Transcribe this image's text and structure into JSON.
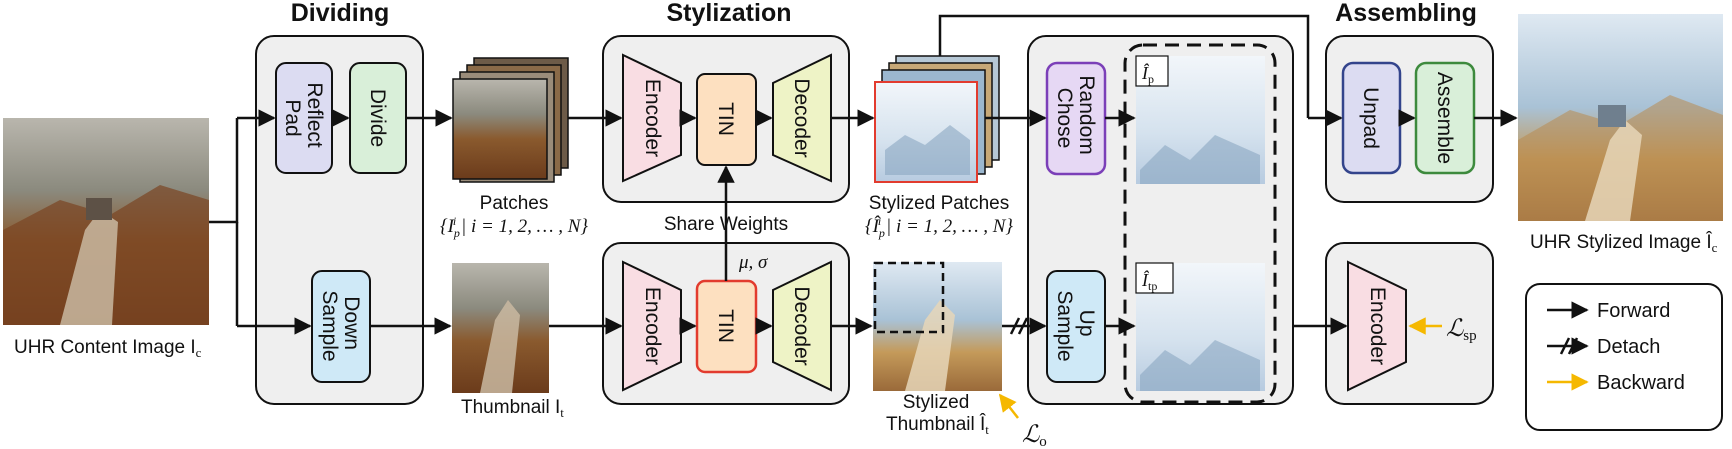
{
  "sections": {
    "dividing": "Dividing",
    "stylization": "Stylization",
    "assembling": "Assembling"
  },
  "blocks": {
    "reflect_pad": [
      "Reflect",
      "Pad"
    ],
    "divide": "Divide",
    "down_sample": [
      "Down",
      "Sample"
    ],
    "encoder": "Encoder",
    "tin": "TIN",
    "decoder": "Decoder",
    "random_chose": [
      "Random",
      "Chose"
    ],
    "up_sample": [
      "Up",
      "Sample"
    ],
    "unpad": "Unpad",
    "assemble": "Assemble"
  },
  "labels": {
    "uhr_content": "UHR Content Image I",
    "uhr_content_sub": "c",
    "patches": "Patches",
    "patches_set": "{I",
    "patches_set_sub": "p",
    "patches_set_sup": "i",
    "patches_set_rest": " | i = 1, 2, … , N}",
    "thumbnail": "Thumbnail I",
    "thumbnail_sub": "t",
    "share_weights": "Share Weights",
    "mu_sigma": "μ, σ",
    "stylized_patches": "Stylized Patches",
    "stylized_patches_set": "{Î",
    "stylized_patches_set_sub": "p",
    "stylized_patches_set_sup": "i",
    "stylized_patches_set_rest": " | i = 1, 2, … , N}",
    "stylized_thumbnail_1": "Stylized",
    "stylized_thumbnail_2": "Thumbnail Î",
    "stylized_thumbnail_sub": "t",
    "loss_o": "ℒ",
    "loss_o_sub": "o",
    "loss_sp": "ℒ",
    "loss_sp_sub": "sp",
    "ip_hat": "Î",
    "ip_hat_sub": "p",
    "itp_hat": "Î",
    "itp_hat_sub": "tp",
    "uhr_stylized": "UHR Stylized Image Î",
    "uhr_stylized_sub": "c"
  },
  "legend": {
    "forward": "Forward",
    "detach": "Detach",
    "backward": "Backward"
  },
  "colors": {
    "reflect_pad": "#dcdcf2",
    "divide": "#d9efd9",
    "down_sample": "#cfe9f7",
    "encoder": "#f9dde3",
    "tin": "#fde0c0",
    "tin_bottom_border": "#e23b2e",
    "decoder": "#eef3c6",
    "random_chose": "#e6d8f4",
    "random_chose_border": "#7b3fb8",
    "up_sample": "#cfe9f7",
    "unpad": "#dcdcf2",
    "unpad_border": "#33448c",
    "assemble": "#d9efd9",
    "assemble_border": "#3d8a3d",
    "panel": "#efefef",
    "backward_arrow": "#f5b800"
  }
}
